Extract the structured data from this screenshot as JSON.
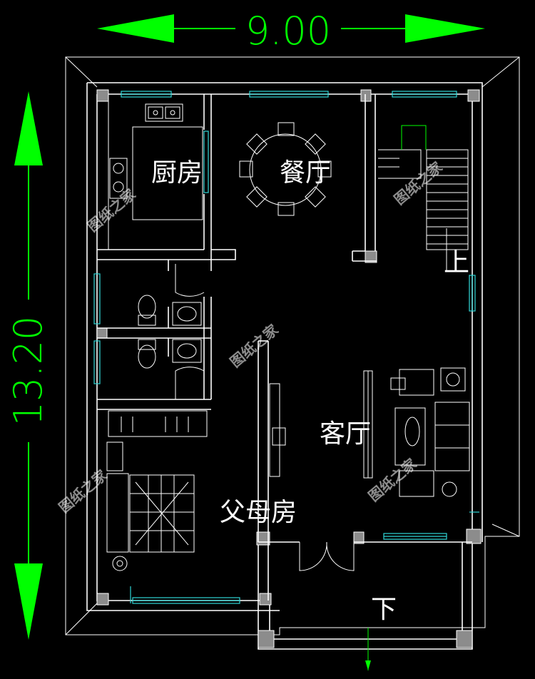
{
  "dimensions": {
    "width_label": "9.00",
    "height_label": "13.20"
  },
  "rooms": {
    "kitchen": "厨房",
    "dining": "餐厅",
    "living": "客厅",
    "parents": "父母房",
    "stair_up": "上",
    "down": "下"
  },
  "watermark": "图纸之家",
  "colors": {
    "background": "#000000",
    "walls": "#ffffff",
    "dimensions": "#00ff00",
    "windows": "#2fd6d6",
    "columns": "#8c8c8c"
  }
}
